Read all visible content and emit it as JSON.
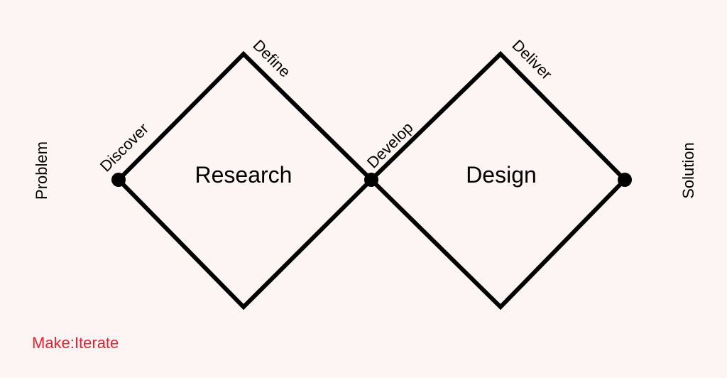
{
  "diagram": {
    "side_labels": {
      "left": "Problem",
      "right": "Solution"
    },
    "stages": {
      "discover": "Discover",
      "define": "Define",
      "develop": "Develop",
      "deliver": "Deliver"
    },
    "diamonds": {
      "first": "Research",
      "second": "Design"
    }
  },
  "brand": {
    "name": "Make:Iterate"
  },
  "colors": {
    "background": "#fdf5f3",
    "line": "#000000",
    "brand": "#e8212e"
  }
}
